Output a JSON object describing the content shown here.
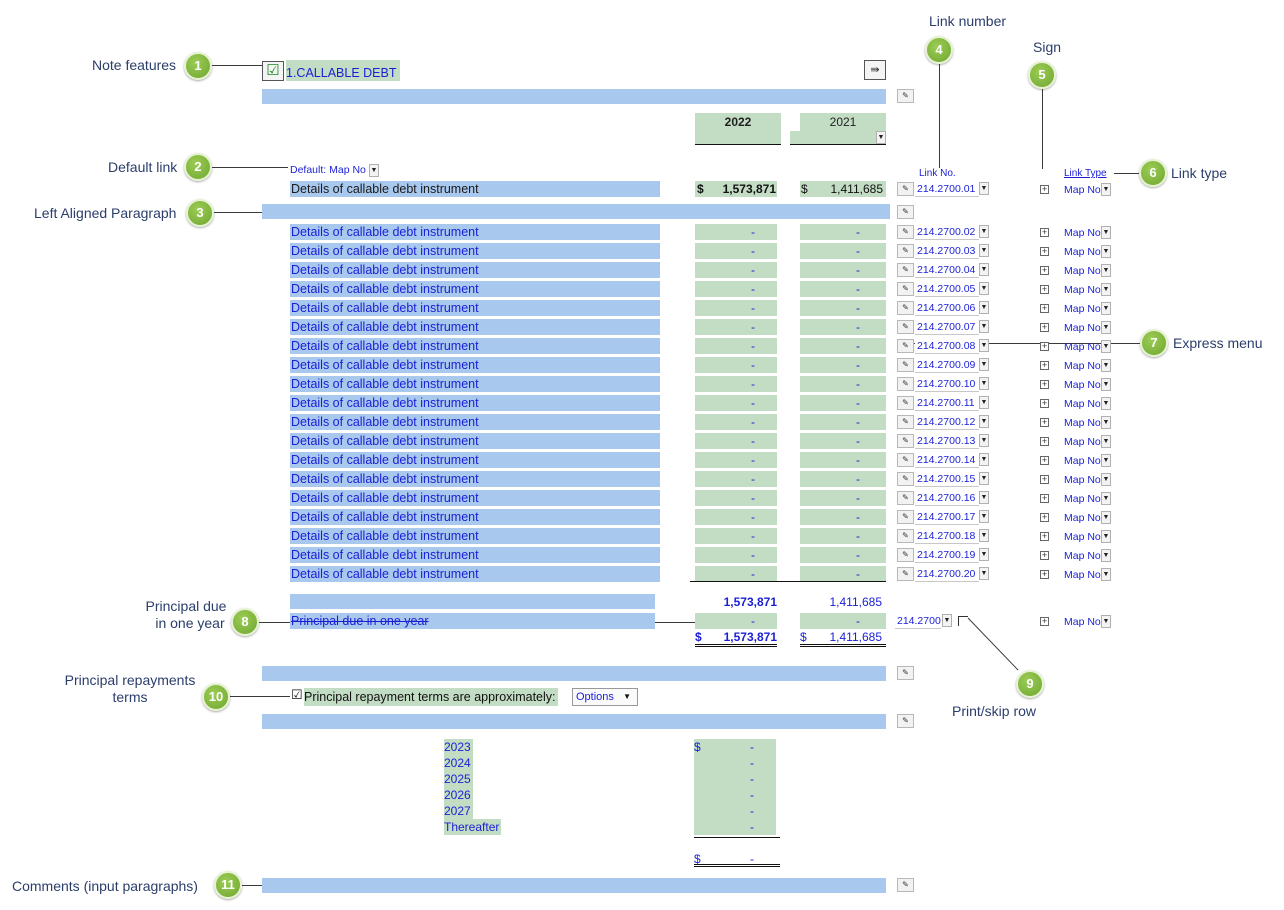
{
  "callouts": {
    "note_features": {
      "label": "Note features",
      "number": "1"
    },
    "default_link": {
      "label": "Default link",
      "number": "2"
    },
    "left_aligned_paragraph": {
      "label": "Left Aligned Paragraph",
      "number": "3"
    },
    "link_number": {
      "label": "Link number",
      "number": "4"
    },
    "sign": {
      "label": "Sign",
      "number": "5"
    },
    "link_type": {
      "label": "Link type",
      "number": "6"
    },
    "express_menu": {
      "label": "Express menu",
      "number": "7"
    },
    "principal_due": {
      "label_line1": "Principal due",
      "label_line2": "in one year",
      "number": "8"
    },
    "print_skip_row": {
      "label": "Print/skip row",
      "number": "9"
    },
    "principal_repayments": {
      "label_line1": "Principal repayments",
      "label_line2": "terms",
      "number": "10"
    },
    "comments": {
      "label": "Comments (input paragraphs)",
      "number": "11"
    }
  },
  "note": {
    "title": "1.CALLABLE DEBT",
    "checkbox_symbol": "☑",
    "export_icon": "export-arrow-icon"
  },
  "columns": {
    "year_current": "2022",
    "year_prior": "2021",
    "link_no_header": "Link No.",
    "link_type_header": "Link Type"
  },
  "default_link": {
    "label": "Default: Map No"
  },
  "first_row": {
    "label": "Details of callable debt instrument",
    "currency": "$",
    "value_current": "1,573,871",
    "value_prior": "1,411,685",
    "link": "214.2700.01",
    "map_type": "Map No"
  },
  "detail_rows": [
    {
      "label": "Details of callable debt instrument",
      "current": "-",
      "prior": "-",
      "link": "214.2700.02",
      "map_type": "Map No"
    },
    {
      "label": "Details of callable debt instrument",
      "current": "-",
      "prior": "-",
      "link": "214.2700.03",
      "map_type": "Map No"
    },
    {
      "label": "Details of callable debt instrument",
      "current": "-",
      "prior": "-",
      "link": "214.2700.04",
      "map_type": "Map No"
    },
    {
      "label": "Details of callable debt instrument",
      "current": "-",
      "prior": "-",
      "link": "214.2700.05",
      "map_type": "Map No"
    },
    {
      "label": "Details of callable debt instrument",
      "current": "-",
      "prior": "-",
      "link": "214.2700.06",
      "map_type": "Map No"
    },
    {
      "label": "Details of callable debt instrument",
      "current": "-",
      "prior": "-",
      "link": "214.2700.07",
      "map_type": "Map No"
    },
    {
      "label": "Details of callable debt instrument",
      "current": "-",
      "prior": "-",
      "link": "214.2700.08",
      "map_type": "Map No"
    },
    {
      "label": "Details of callable debt instrument",
      "current": "-",
      "prior": "-",
      "link": "214.2700.09",
      "map_type": "Map No"
    },
    {
      "label": "Details of callable debt instrument",
      "current": "-",
      "prior": "-",
      "link": "214.2700.10",
      "map_type": "Map No"
    },
    {
      "label": "Details of callable debt instrument",
      "current": "-",
      "prior": "-",
      "link": "214.2700.11",
      "map_type": "Map No"
    },
    {
      "label": "Details of callable debt instrument",
      "current": "-",
      "prior": "-",
      "link": "214.2700.12",
      "map_type": "Map No"
    },
    {
      "label": "Details of callable debt instrument",
      "current": "-",
      "prior": "-",
      "link": "214.2700.13",
      "map_type": "Map No"
    },
    {
      "label": "Details of callable debt instrument",
      "current": "-",
      "prior": "-",
      "link": "214.2700.14",
      "map_type": "Map No"
    },
    {
      "label": "Details of callable debt instrument",
      "current": "-",
      "prior": "-",
      "link": "214.2700.15",
      "map_type": "Map No"
    },
    {
      "label": "Details of callable debt instrument",
      "current": "-",
      "prior": "-",
      "link": "214.2700.16",
      "map_type": "Map No"
    },
    {
      "label": "Details of callable debt instrument",
      "current": "-",
      "prior": "-",
      "link": "214.2700.17",
      "map_type": "Map No"
    },
    {
      "label": "Details of callable debt instrument",
      "current": "-",
      "prior": "-",
      "link": "214.2700.18",
      "map_type": "Map No"
    },
    {
      "label": "Details of callable debt instrument",
      "current": "-",
      "prior": "-",
      "link": "214.2700.19",
      "map_type": "Map No"
    },
    {
      "label": "Details of callable debt instrument",
      "current": "-",
      "prior": "-",
      "link": "214.2700.20",
      "map_type": "Map No"
    }
  ],
  "subtotal": {
    "current": "1,573,871",
    "prior": "1,411,685"
  },
  "principal_due": {
    "label": "Principal due in one year",
    "current": "-",
    "prior": "-",
    "link": "214.2700",
    "map_type": "Map No"
  },
  "total": {
    "currency": "$",
    "current": "1,573,871",
    "prior": "1,411,685"
  },
  "repayment": {
    "checkbox_symbol": "☑",
    "label": "Principal repayment terms are approximately:",
    "options_label": "Options",
    "years": [
      {
        "year": "2023",
        "value": "-",
        "currency": "$"
      },
      {
        "year": "2024",
        "value": "-",
        "currency": ""
      },
      {
        "year": "2025",
        "value": "-",
        "currency": ""
      },
      {
        "year": "2026",
        "value": "-",
        "currency": ""
      },
      {
        "year": "2027",
        "value": "-",
        "currency": ""
      },
      {
        "year": "Thereafter",
        "value": "-",
        "currency": ""
      }
    ],
    "total_currency": "$",
    "total_value": "-"
  },
  "colors": {
    "blue_bar": "#a9c8ee",
    "green_cell": "#c3dcc4",
    "badge_green": "#7cb33a",
    "link_blue": "#1a1fd6",
    "callout_text": "#2b3d6b"
  }
}
